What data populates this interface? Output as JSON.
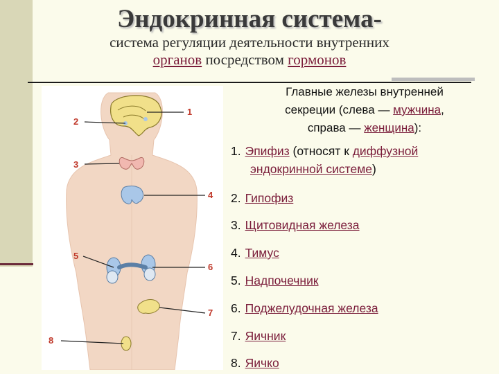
{
  "title": "Эндокринная система-",
  "subtitle": {
    "line1": "система регуляции деятельности внутренних",
    "line2_word1": "органов",
    "line2_mid": " посредством ",
    "line2_word2": "гормонов"
  },
  "heading": {
    "line1": "Главные железы внутренней",
    "line2_pre": "секреции (слева — ",
    "line2_link": "мужчина",
    "line2_post": ",",
    "line3_pre": "справа — ",
    "line3_link": "женщина",
    "line3_post": "):"
  },
  "list": [
    {
      "num": "1.",
      "link": "Эпифиз",
      "rest": " (относят к ",
      "link2": "диффузной",
      "line2": "эндокринной системе",
      "tail": ")"
    },
    {
      "num": "2.",
      "link": "Гипофиз"
    },
    {
      "num": "3.",
      "link": "Щитовидная железа"
    },
    {
      "num": "4.",
      "link": "Тимус"
    },
    {
      "num": "5.",
      "link": "Надпочечник"
    },
    {
      "num": "6.",
      "link": "Поджелудочная железа"
    },
    {
      "num": "7.",
      "link": "Яичник"
    },
    {
      "num": "8.",
      "link": "Яичко"
    }
  ],
  "figure_labels": [
    "1",
    "2",
    "3",
    "4",
    "5",
    "6",
    "7",
    "8"
  ],
  "colors": {
    "link": "#7a1c3a",
    "label": "#c0392b",
    "skin": "#f2d7c4",
    "brain": "#f1e08a",
    "gland": "#a9c7e8",
    "thyroid": "#f1b8b0"
  }
}
